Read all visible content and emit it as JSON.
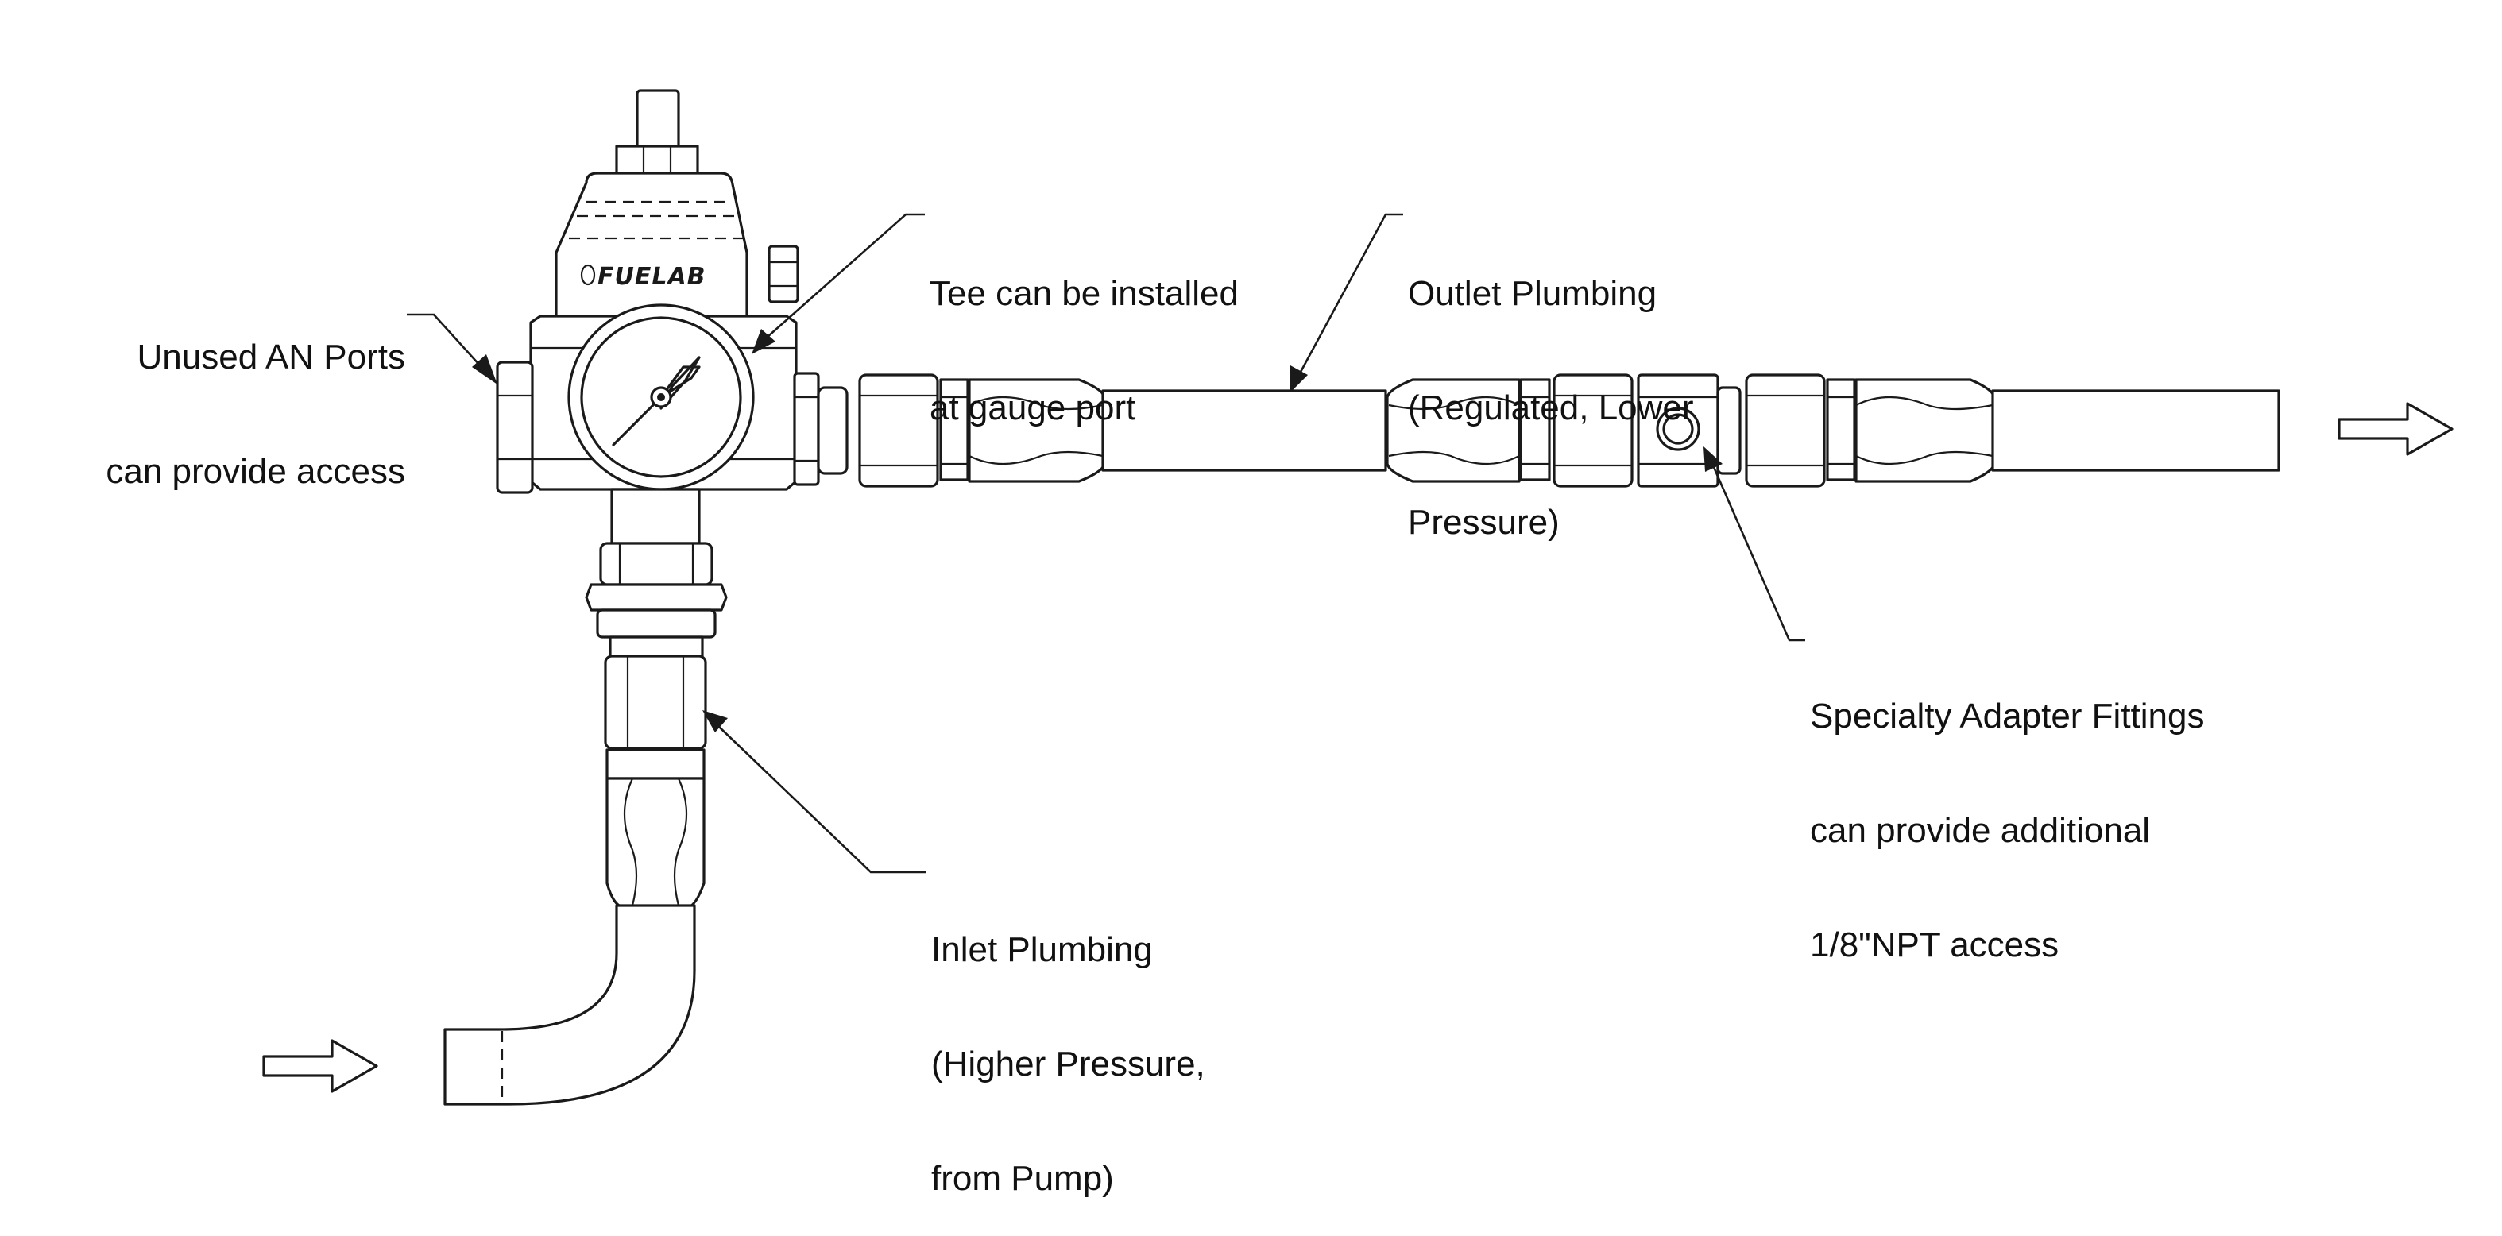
{
  "diagram": {
    "brand_logo": "FUELAB",
    "callouts": {
      "unused_ports": [
        "Unused AN Ports",
        "can provide access"
      ],
      "tee_gauge": [
        "Tee can be installed",
        "at gauge port"
      ],
      "outlet": [
        "Outlet Plumbing",
        "(Regulated, Lower",
        "Pressure)"
      ],
      "specialty": [
        "Specialty Adapter Fittings",
        "can provide additional",
        "1/8\"NPT access"
      ],
      "inlet": [
        "Inlet Plumbing",
        "(Higher Pressure,",
        "from Pump)"
      ]
    },
    "flow_arrows": [
      "inlet-flow-arrow",
      "outlet-flow-arrow"
    ]
  }
}
